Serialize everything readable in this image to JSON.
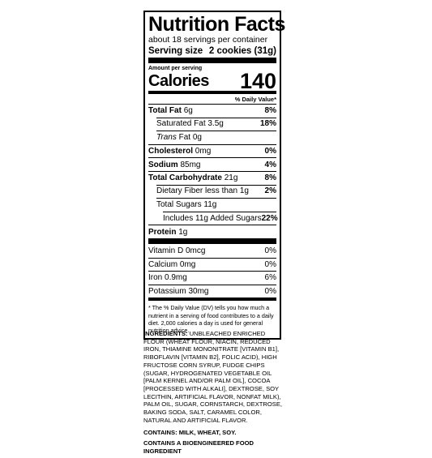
{
  "label": {
    "title": "Nutrition Facts",
    "servings_per_container": "about 18 servings per container",
    "serving_size_label": "Serving size",
    "serving_size_value": "2 cookies (31g)",
    "amount_per_serving": "Amount per serving",
    "calories_label": "Calories",
    "calories_value": "140",
    "daily_value_header": "% Daily Value*",
    "nutrients": [
      {
        "name": "Total Fat",
        "amount": "6g",
        "dv": "8%"
      },
      {
        "name": "Saturated Fat",
        "amount": "3.5g",
        "dv": "18%"
      },
      {
        "name": "Trans",
        "amount": "Fat 0g",
        "dv": ""
      },
      {
        "name": "Cholesterol",
        "amount": "0mg",
        "dv": "0%"
      },
      {
        "name": "Sodium",
        "amount": "85mg",
        "dv": "4%"
      },
      {
        "name": "Total Carbohydrate",
        "amount": "21g",
        "dv": "8%"
      },
      {
        "name": "Dietary Fiber less than",
        "amount": "1g",
        "dv": "2%"
      },
      {
        "name": "Total Sugars",
        "amount": "11g",
        "dv": ""
      },
      {
        "name": "Includes 11g Added Sugars",
        "amount": "",
        "dv": "22%"
      },
      {
        "name": "Protein",
        "amount": "1g",
        "dv": ""
      }
    ],
    "vitamins": [
      {
        "name": "Vitamin D 0mcg",
        "dv": "0%"
      },
      {
        "name": "Calcium 0mg",
        "dv": "0%"
      },
      {
        "name": "Iron 0.9mg",
        "dv": "6%"
      },
      {
        "name": "Potassium 30mg",
        "dv": "0%"
      }
    ],
    "footnote": "* The % Daily Value (DV) tells you how much a nutrient in a serving of food contributes to a daily diet. 2,000 calories a day is used for general nutrition advice."
  },
  "ingredients": {
    "label": "INGREDIENTS:",
    "text": "UNBLEACHED ENRICHED FLOUR (WHEAT FLOUR, NIACIN, REDUCED IRON, THIAMINE MONONITRATE [VITAMIN B1], RIBOFLAVIN [VITAMIN B2], FOLIC ACID), HIGH FRUCTOSE CORN SYRUP, FUDGE CHIPS (SUGAR, HYDROGENATED VEGETABLE OIL [PALM KERNEL AND/OR PALM OIL], COCOA [PROCESSED WITH ALKALI], DEXTROSE, SOY LECITHIN, ARTIFICIAL FLAVOR, NONFAT MILK), PALM OIL, SUGAR, CORNSTARCH, DEXTROSE, BAKING SODA, SALT, CARAMEL COLOR, NATURAL AND ARTIFICIAL FLAVOR.",
    "contains": "CONTAINS: MILK, WHEAT, SOY.",
    "bioengineered": "CONTAINS A BIOENGINEERED FOOD INGREDIENT"
  }
}
